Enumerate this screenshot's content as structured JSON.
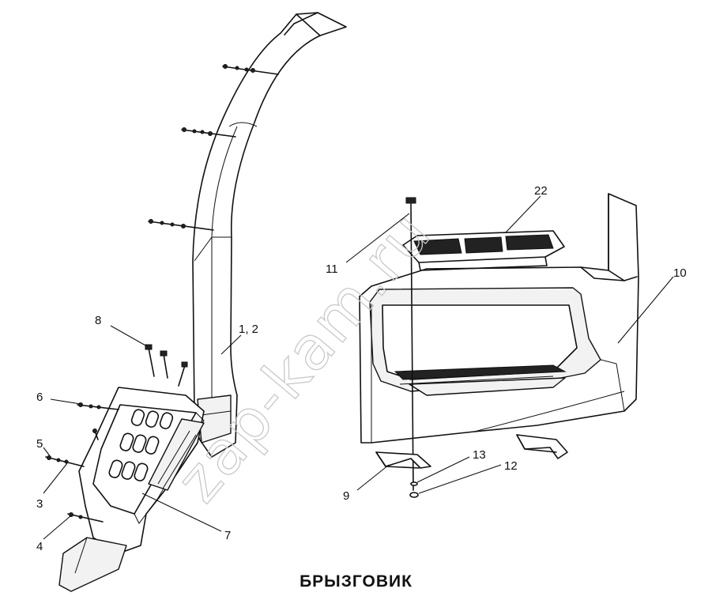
{
  "caption": "БРЫЗГОВИК",
  "watermark": "zap-kam.ru",
  "callouts": {
    "c1_2": "1, 2",
    "c3": "3",
    "c4": "4",
    "c5": "5",
    "c6": "6",
    "c7": "7",
    "c8": "8",
    "c9": "9",
    "c10": "10",
    "c11": "11",
    "c12": "12",
    "c13": "13",
    "c22": "22"
  }
}
